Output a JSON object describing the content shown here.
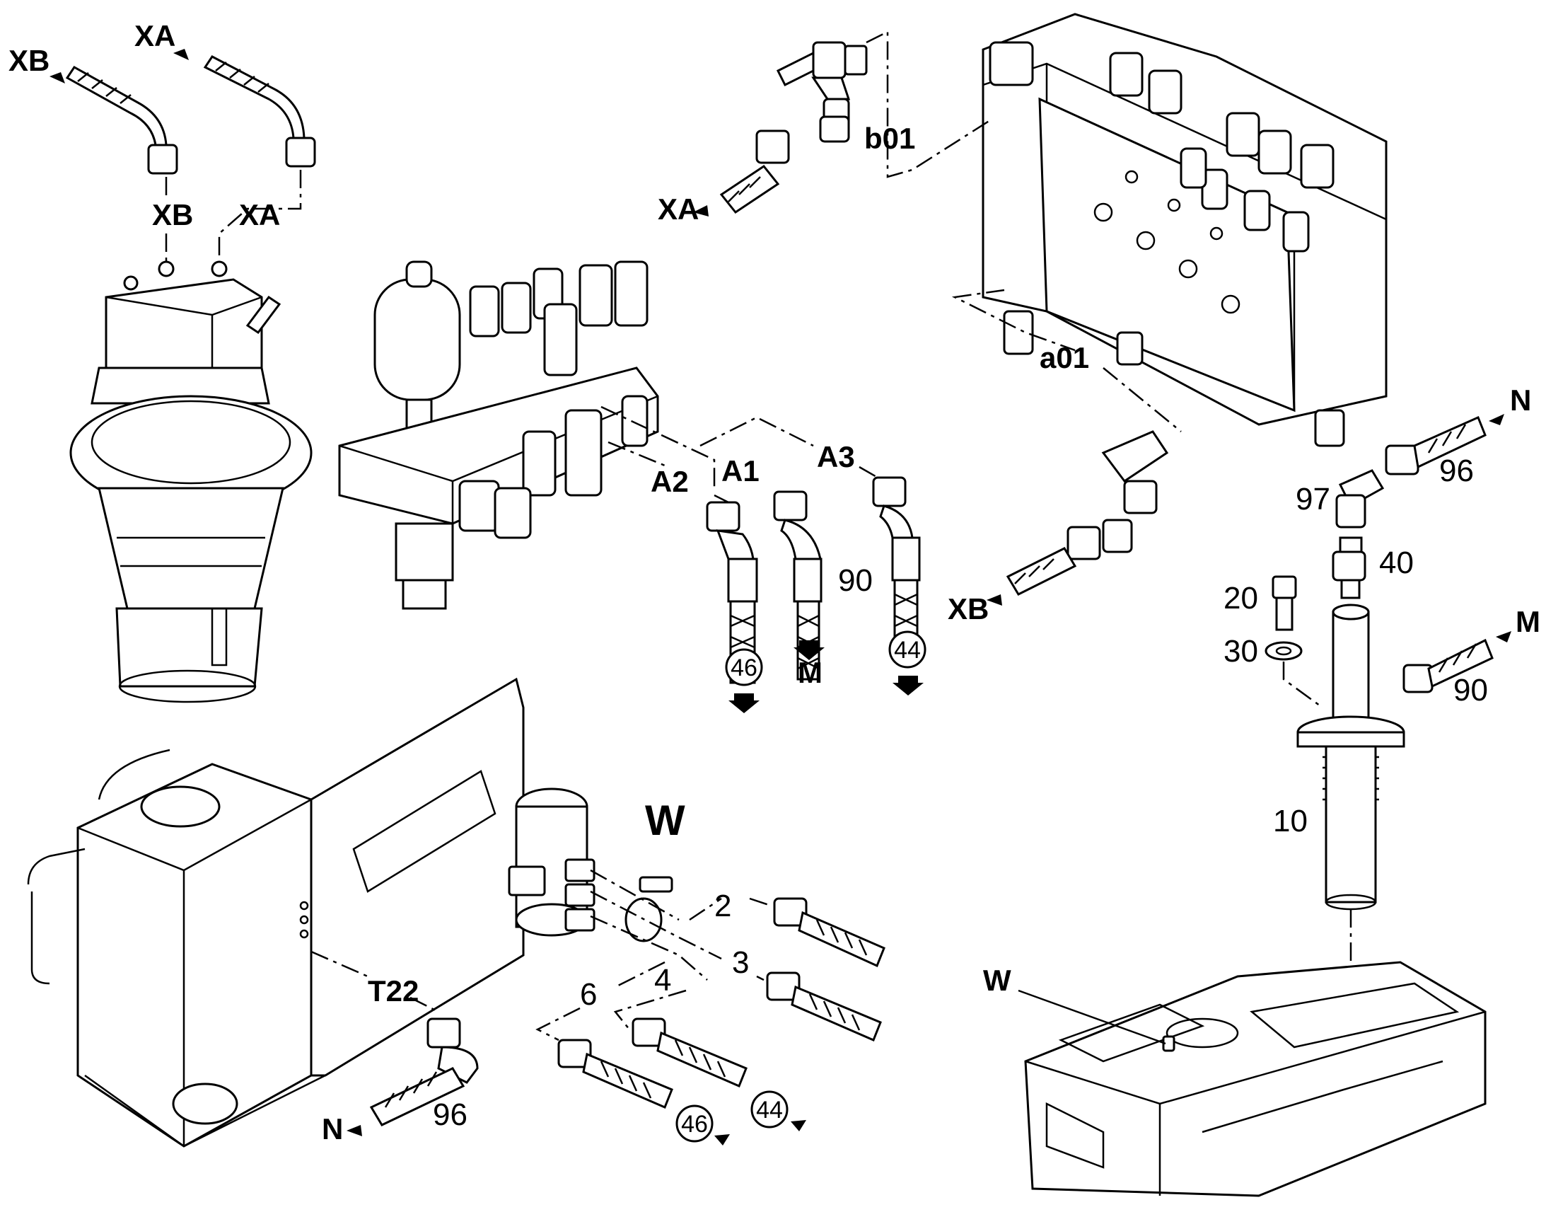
{
  "labels": {
    "xb_top": "XB",
    "xa_top": "XA",
    "xb_motor": "XB",
    "xa_motor": "XA",
    "xa_valve": "XA",
    "b01": "b01",
    "a01": "a01",
    "xb_valve": "XB",
    "a2": "A2",
    "a1": "A1",
    "a3": "A3",
    "n_right": "N",
    "n_bottom": "N",
    "m_right": "M",
    "m_hose": "M",
    "w_block": "W",
    "w_frame": "W",
    "t22": "T22"
  },
  "numbers": {
    "p96_right": "96",
    "p97": "97",
    "p40": "40",
    "p20": "20",
    "p30": "30",
    "p90_right": "90",
    "p10": "10",
    "p90_hose": "90",
    "p96_bottom": "96",
    "p2": "2",
    "p3": "3",
    "p4": "4",
    "p6": "6"
  },
  "circled": {
    "c46_a2": "46",
    "c44_a3": "44",
    "c46_bottom": "46",
    "c44_bottom": "44"
  },
  "icons": {
    "arrow": "arrow-icon",
    "circle_ref": "circled-reference-icon"
  },
  "colors": {
    "line": "#000000",
    "background": "#ffffff"
  }
}
